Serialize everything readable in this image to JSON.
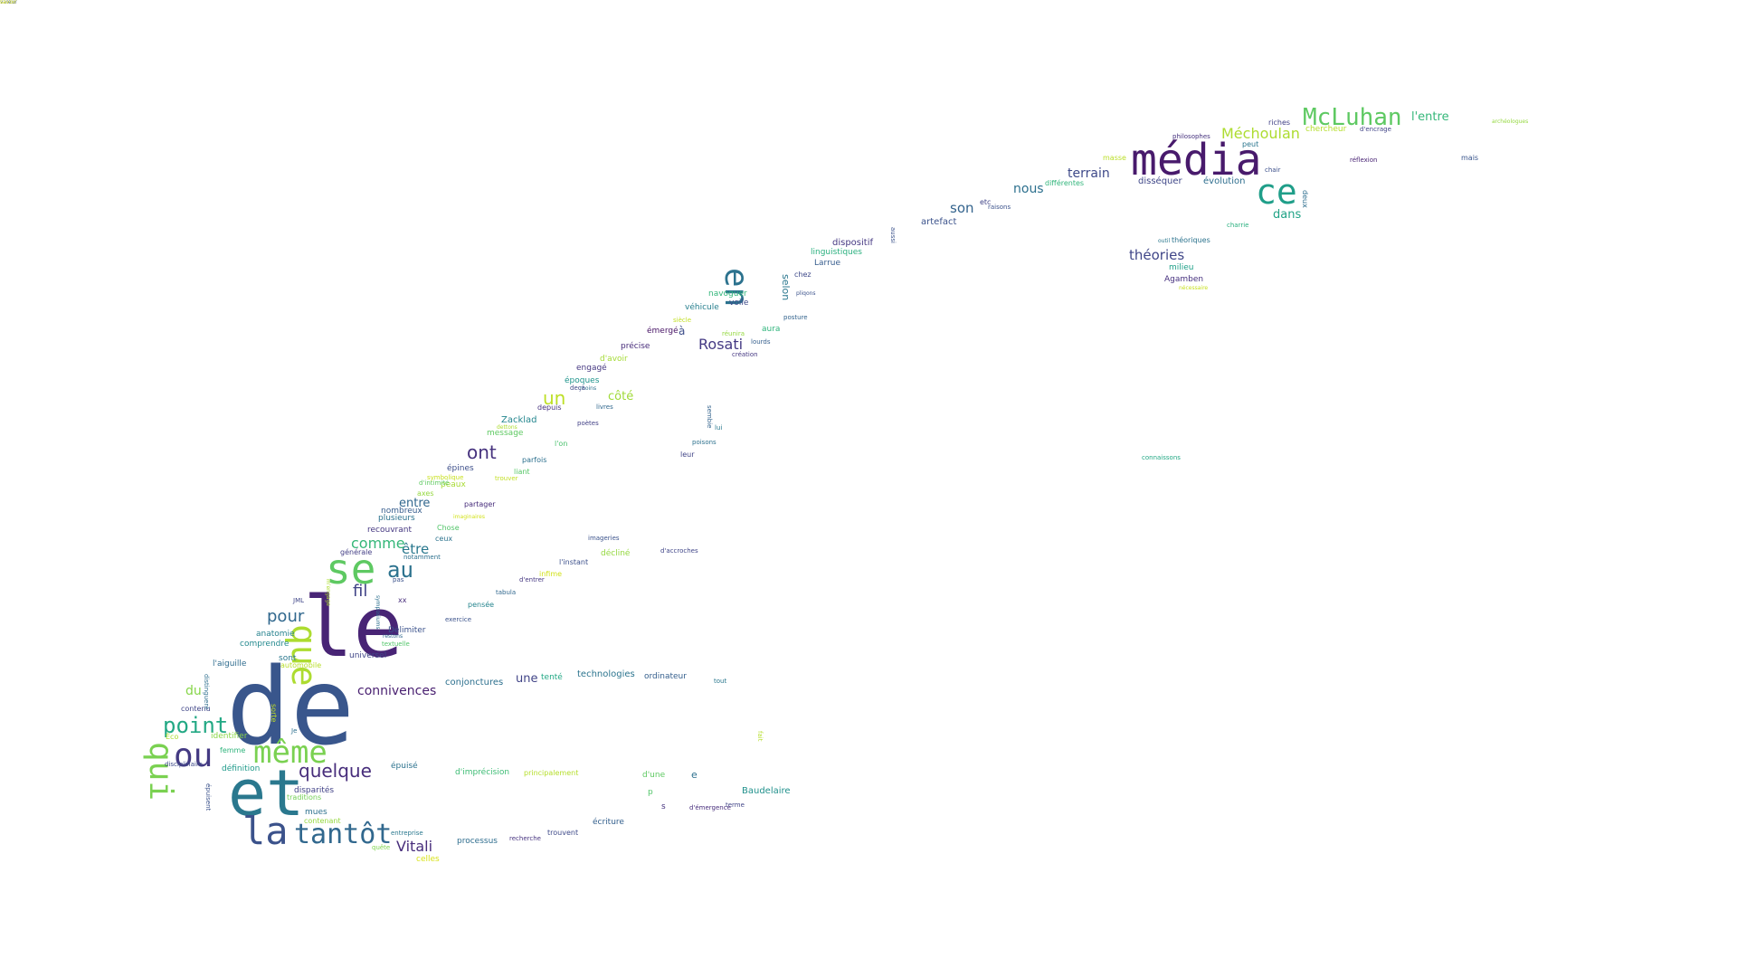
{
  "words": [
    {
      "text": "de",
      "color": "#39568c",
      "size": 118
    },
    {
      "text": "le",
      "color": "#482475",
      "size": 92
    },
    {
      "text": "et",
      "color": "#2a788e",
      "size": 70
    },
    {
      "text": "se",
      "color": "#5ec962",
      "size": 46
    },
    {
      "text": "que",
      "color": "#addc30",
      "size": 38
    },
    {
      "text": "qui",
      "color": "#7ad151",
      "size": 36
    },
    {
      "text": "la",
      "color": "#3b528b",
      "size": 42
    },
    {
      "text": "tantôt",
      "color": "#31688e",
      "size": 30
    },
    {
      "text": "même",
      "color": "#7ad151",
      "size": 34
    },
    {
      "text": "ou",
      "color": "#443a83",
      "size": 36
    },
    {
      "text": "point",
      "color": "#22a884",
      "size": 24
    },
    {
      "text": "au",
      "color": "#2c728e",
      "size": 24
    },
    {
      "text": "quelque",
      "color": "#472d7b",
      "size": 20
    },
    {
      "text": "pour",
      "color": "#31688e",
      "size": 18
    },
    {
      "text": "fil",
      "color": "#414487",
      "size": 18
    },
    {
      "text": "Vitali",
      "color": "#472d7b",
      "size": 16
    },
    {
      "text": "connivences",
      "color": "#481f70",
      "size": 14
    },
    {
      "text": "être",
      "color": "#2a788e",
      "size": 15
    },
    {
      "text": "comme",
      "color": "#35b779",
      "size": 16
    },
    {
      "text": "ont",
      "color": "#46327e",
      "size": 20
    },
    {
      "text": "un",
      "color": "#bddf26",
      "size": 20
    },
    {
      "text": "en",
      "color": "#2c728e",
      "size": 36
    },
    {
      "text": "média",
      "color": "#481a6c",
      "size": 48
    },
    {
      "text": "ce",
      "color": "#1f9e89",
      "size": 38
    },
    {
      "text": "McLuhan",
      "color": "#5ec962",
      "size": 26
    },
    {
      "text": "Méchoulan",
      "color": "#addc30",
      "size": 16
    },
    {
      "text": "l'entre",
      "color": "#35b779",
      "size": 13
    },
    {
      "text": "théories",
      "color": "#404688",
      "size": 15
    },
    {
      "text": "Rosati",
      "color": "#443983",
      "size": 16
    },
    {
      "text": "terrain",
      "color": "#3e4989",
      "size": 14
    },
    {
      "text": "son",
      "color": "#33638d",
      "size": 15
    },
    {
      "text": "nous",
      "color": "#2d708e",
      "size": 14
    },
    {
      "text": "dans",
      "color": "#20a386",
      "size": 13
    },
    {
      "text": "selon",
      "color": "#2a778e",
      "size": 11
    },
    {
      "text": "côté",
      "color": "#a0da39",
      "size": 13
    },
    {
      "text": "entre",
      "color": "#31678e",
      "size": 13
    },
    {
      "text": "du",
      "color": "#86d549",
      "size": 14
    },
    {
      "text": "une",
      "color": "#414487",
      "size": 13
    },
    {
      "text": "Baudelaire",
      "color": "#21918c",
      "size": 10
    },
    {
      "text": "disséquer",
      "color": "#3f4788",
      "size": 10
    },
    {
      "text": "évolution",
      "color": "#2e6e8e",
      "size": 10
    },
    {
      "text": "artefact",
      "color": "#3b528b",
      "size": 10
    },
    {
      "text": "dispositif",
      "color": "#453882",
      "size": 10
    },
    {
      "text": "linguistiques",
      "color": "#2ab07f",
      "size": 9
    },
    {
      "text": "Larrue",
      "color": "#365c8d",
      "size": 9
    },
    {
      "text": "milieu",
      "color": "#1fa088",
      "size": 9
    },
    {
      "text": "Agamben",
      "color": "#46307e",
      "size": 9
    },
    {
      "text": "navoguer",
      "color": "#32b67a",
      "size": 9
    },
    {
      "text": "véhicule",
      "color": "#277f8e",
      "size": 9
    },
    {
      "text": "voile",
      "color": "#3e4a89",
      "size": 9
    },
    {
      "text": "aura",
      "color": "#2fb47c",
      "size": 9
    },
    {
      "text": "à",
      "color": "#3d4e8a",
      "size": 12
    },
    {
      "text": "émergé",
      "color": "#471365",
      "size": 9
    },
    {
      "text": "précise",
      "color": "#472c7a",
      "size": 9
    },
    {
      "text": "engagé",
      "color": "#453781",
      "size": 9
    },
    {
      "text": "d'avoir",
      "color": "#a5db36",
      "size": 9
    },
    {
      "text": "époques",
      "color": "#1f948c",
      "size": 9
    },
    {
      "text": "Zacklad",
      "color": "#24868e",
      "size": 10
    },
    {
      "text": "message",
      "color": "#5ec962",
      "size": 9
    },
    {
      "text": "épines",
      "color": "#3d4e8a",
      "size": 9
    },
    {
      "text": "peaux",
      "color": "#a8db34",
      "size": 9
    },
    {
      "text": "plusieurs",
      "color": "#2c728e",
      "size": 9
    },
    {
      "text": "nombreux",
      "color": "#365d8d",
      "size": 9
    },
    {
      "text": "recouvrant",
      "color": "#453781",
      "size": 9
    },
    {
      "text": "anatomie",
      "color": "#26828e",
      "size": 9
    },
    {
      "text": "comprendre",
      "color": "#23898e",
      "size": 9
    },
    {
      "text": "Délimiter",
      "color": "#3b528b",
      "size": 9
    },
    {
      "text": "universel",
      "color": "#404688",
      "size": 9
    },
    {
      "text": "conjonctures",
      "color": "#2d708e",
      "size": 10
    },
    {
      "text": "technologies",
      "color": "#2b748e",
      "size": 10
    },
    {
      "text": "tenté",
      "color": "#22a884",
      "size": 9
    },
    {
      "text": "ordinateur",
      "color": "#355f8d",
      "size": 9
    },
    {
      "text": "épuisé",
      "color": "#2c728e",
      "size": 9
    },
    {
      "text": "d'imprécision",
      "color": "#3dbc74",
      "size": 9
    },
    {
      "text": "principalement",
      "color": "#b5de2b",
      "size": 8
    },
    {
      "text": "définition",
      "color": "#1f9a8a",
      "size": 9
    },
    {
      "text": "disparités",
      "color": "#414287",
      "size": 9
    },
    {
      "text": "traditions",
      "color": "#73d056",
      "size": 8
    },
    {
      "text": "mues",
      "color": "#2d718e",
      "size": 9
    },
    {
      "text": "contenant",
      "color": "#95d840",
      "size": 8
    },
    {
      "text": "processus",
      "color": "#2e6d8e",
      "size": 9
    },
    {
      "text": "écriture",
      "color": "#34608d",
      "size": 9
    },
    {
      "text": "trouvent",
      "color": "#3e4a89",
      "size": 8
    },
    {
      "text": "recherche",
      "color": "#46337f",
      "size": 7
    },
    {
      "text": "entreprise",
      "color": "#2a788e",
      "size": 7
    },
    {
      "text": "celles",
      "color": "#d8e219",
      "size": 9
    },
    {
      "text": "quête",
      "color": "#7fd34e",
      "size": 7
    },
    {
      "text": "l'aiguille",
      "color": "#2f6c8e",
      "size": 9
    },
    {
      "text": "automobile",
      "color": "#b8de29",
      "size": 8
    },
    {
      "text": "sont",
      "color": "#2a788e",
      "size": 9
    },
    {
      "text": "identifier",
      "color": "#8bd646",
      "size": 9
    },
    {
      "text": "contenu",
      "color": "#404688",
      "size": 8
    },
    {
      "text": "femme",
      "color": "#2fb47c",
      "size": 8
    },
    {
      "text": "décliné",
      "color": "#95d840",
      "size": 9
    },
    {
      "text": "l'instant",
      "color": "#3c508b",
      "size": 8
    },
    {
      "text": "infime",
      "color": "#d2e21b",
      "size": 8
    },
    {
      "text": "d'entrer",
      "color": "#453781",
      "size": 7
    },
    {
      "text": "tabula",
      "color": "#31688e",
      "size": 7
    },
    {
      "text": "pensée",
      "color": "#25858e",
      "size": 8
    },
    {
      "text": "exercice",
      "color": "#3b528b",
      "size": 7
    },
    {
      "text": "parfois",
      "color": "#2d708e",
      "size": 8
    },
    {
      "text": "liant",
      "color": "#56c667",
      "size": 8
    },
    {
      "text": "l'on",
      "color": "#4ac16d",
      "size": 8
    },
    {
      "text": "leur",
      "color": "#414487",
      "size": 8
    },
    {
      "text": "poisons",
      "color": "#2d718e",
      "size": 7
    },
    {
      "text": "partager",
      "color": "#472d7b",
      "size": 8
    },
    {
      "text": "Chose",
      "color": "#52c569",
      "size": 8
    },
    {
      "text": "ceux",
      "color": "#2c738e",
      "size": 8
    },
    {
      "text": "axes",
      "color": "#95d840",
      "size": 8
    },
    {
      "text": "d'intimité",
      "color": "#5ec962",
      "size": 7
    },
    {
      "text": "chez",
      "color": "#3e4989",
      "size": 8
    },
    {
      "text": "posture",
      "color": "#33638d",
      "size": 7
    },
    {
      "text": "siècle",
      "color": "#c2df23",
      "size": 7
    },
    {
      "text": "réunira",
      "color": "#95d840",
      "size": 7
    },
    {
      "text": "lourds",
      "color": "#355f8d",
      "size": 7
    },
    {
      "text": "création",
      "color": "#453882",
      "size": 7
    },
    {
      "text": "riches",
      "color": "#424186",
      "size": 8
    },
    {
      "text": "chercheur",
      "color": "#b5de2b",
      "size": 9
    },
    {
      "text": "peut",
      "color": "#2a768e",
      "size": 8
    },
    {
      "text": "masse",
      "color": "#bade28",
      "size": 8
    },
    {
      "text": "différentes",
      "color": "#31b57b",
      "size": 8
    },
    {
      "text": "raisons",
      "color": "#3b528b",
      "size": 7
    },
    {
      "text": "etc",
      "color": "#414487",
      "size": 8
    },
    {
      "text": "chair",
      "color": "#3c4f8a",
      "size": 7
    },
    {
      "text": "réflexion",
      "color": "#482374",
      "size": 7
    },
    {
      "text": "mais",
      "color": "#39558c",
      "size": 8
    },
    {
      "text": "connaissons",
      "color": "#22a884",
      "size": 7
    },
    {
      "text": "charrie",
      "color": "#2ab07f",
      "size": 7
    },
    {
      "text": "deux",
      "color": "#2e6e8e",
      "size": 8
    },
    {
      "text": "aussi",
      "color": "#3b528b",
      "size": 7
    },
    {
      "text": "sembie",
      "color": "#33638d",
      "size": 7
    },
    {
      "text": "lui",
      "color": "#2a788e",
      "size": 7
    },
    {
      "text": "depuis",
      "color": "#46327e",
      "size": 8
    },
    {
      "text": "livres",
      "color": "#31688e",
      "size": 7
    },
    {
      "text": "poètes",
      "color": "#424086",
      "size": 7
    },
    {
      "text": "moins",
      "color": "#2d708e",
      "size": 6
    },
    {
      "text": "deçà",
      "color": "#3f4788",
      "size": 7
    },
    {
      "text": "symbolique",
      "color": "#c8e020",
      "size": 7
    },
    {
      "text": "trouver",
      "color": "#c2df23",
      "size": 7
    },
    {
      "text": "générale",
      "color": "#433e85",
      "size": 8
    },
    {
      "text": "notamment",
      "color": "#2d708e",
      "size": 7
    },
    {
      "text": "pas",
      "color": "#3b528b",
      "size": 7
    },
    {
      "text": "JML",
      "color": "#404688",
      "size": 7
    },
    {
      "text": "xx",
      "color": "#472d7b",
      "size": 8
    },
    {
      "text": "Je",
      "color": "#2d708e",
      "size": 7
    },
    {
      "text": "Éco",
      "color": "#addc30",
      "size": 8
    },
    {
      "text": "disciplinaire",
      "color": "#3e4a89",
      "size": 7
    },
    {
      "text": "textuelle",
      "color": "#52c569",
      "size": 7
    },
    {
      "text": "restons",
      "color": "#31688e",
      "size": 6
    },
    {
      "text": "imageries",
      "color": "#3b528b",
      "size": 7
    },
    {
      "text": "d'accroches",
      "color": "#404688",
      "size": 7
    },
    {
      "text": "terme",
      "color": "#414487",
      "size": 7
    },
    {
      "text": "p",
      "color": "#52c569",
      "size": 9
    },
    {
      "text": "s",
      "color": "#46327e",
      "size": 9
    },
    {
      "text": "e",
      "color": "#2d708e",
      "size": 11
    },
    {
      "text": "d'émergence",
      "color": "#472d7b",
      "size": 7
    },
    {
      "text": "d'une",
      "color": "#5ec962",
      "size": 9
    },
    {
      "text": "tout",
      "color": "#2a788e",
      "size": 7
    },
    {
      "text": "philosophes",
      "color": "#46327e",
      "size": 7
    },
    {
      "text": "d'encrage",
      "color": "#414487",
      "size": 7
    },
    {
      "text": "archéologues",
      "color": "#95d840",
      "size": 6
    },
    {
      "text": "pliqons",
      "color": "#3b528b",
      "size": 6
    },
    {
      "text": "dettons",
      "color": "#addc30",
      "size": 6
    },
    {
      "text": "imaginaires",
      "color": "#d2e21b",
      "size": 6
    },
    {
      "text": "symposiums",
      "color": "#2d708e",
      "size": 6
    },
    {
      "text": "m'engage",
      "color": "#addc30",
      "size": 6
    },
    {
      "text": "sorte",
      "color": "#c2df23",
      "size": 8
    },
    {
      "text": "distinguent",
      "color": "#2e6e8e",
      "size": 7
    },
    {
      "text": "épuisent",
      "color": "#3b528b",
      "size": 7
    },
    {
      "text": "fait",
      "color": "#b5de2b",
      "size": 7
    },
    {
      "text": "théoriques",
      "color": "#2c738e",
      "size": 8
    },
    {
      "text": "nécessaire",
      "color": "#c8e020",
      "size": 6
    },
    {
      "text": "outil",
      "color": "#2a788e",
      "size": 6
    },
    {
      "text": "valeur",
      "color": "#3b528b",
      "size": 6
    },
    {
      "text": "savoir",
      "color": "#d8e219",
      "size": 6
    }
  ]
}
